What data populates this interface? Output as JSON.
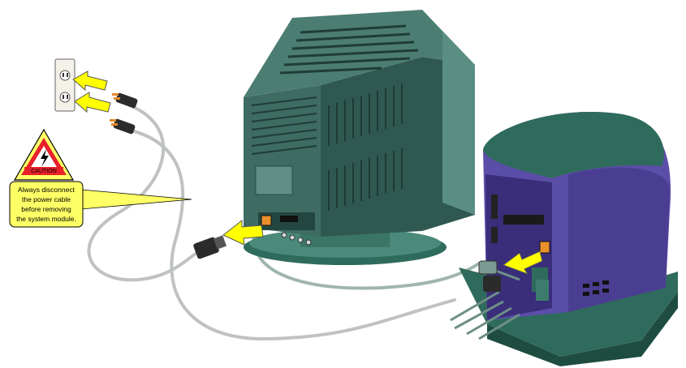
{
  "caution": {
    "title": "CAUTION",
    "message_lines": [
      "Always disconnect",
      "the power cable",
      "before removing",
      "the system module."
    ]
  },
  "colors": {
    "arrow": "#ffff00",
    "callout": "#ffff66",
    "warning_red": "#e8202a",
    "monitor": "#3e6b62",
    "monitor_dark": "#2a4c45",
    "system_module": "#5b4ea8",
    "system_base": "#2f6b5c",
    "cable": "#c9cdc9",
    "plug": "#2b2b2b"
  },
  "icons": [
    "wall-outlet-icon",
    "caution-lightning-icon"
  ]
}
